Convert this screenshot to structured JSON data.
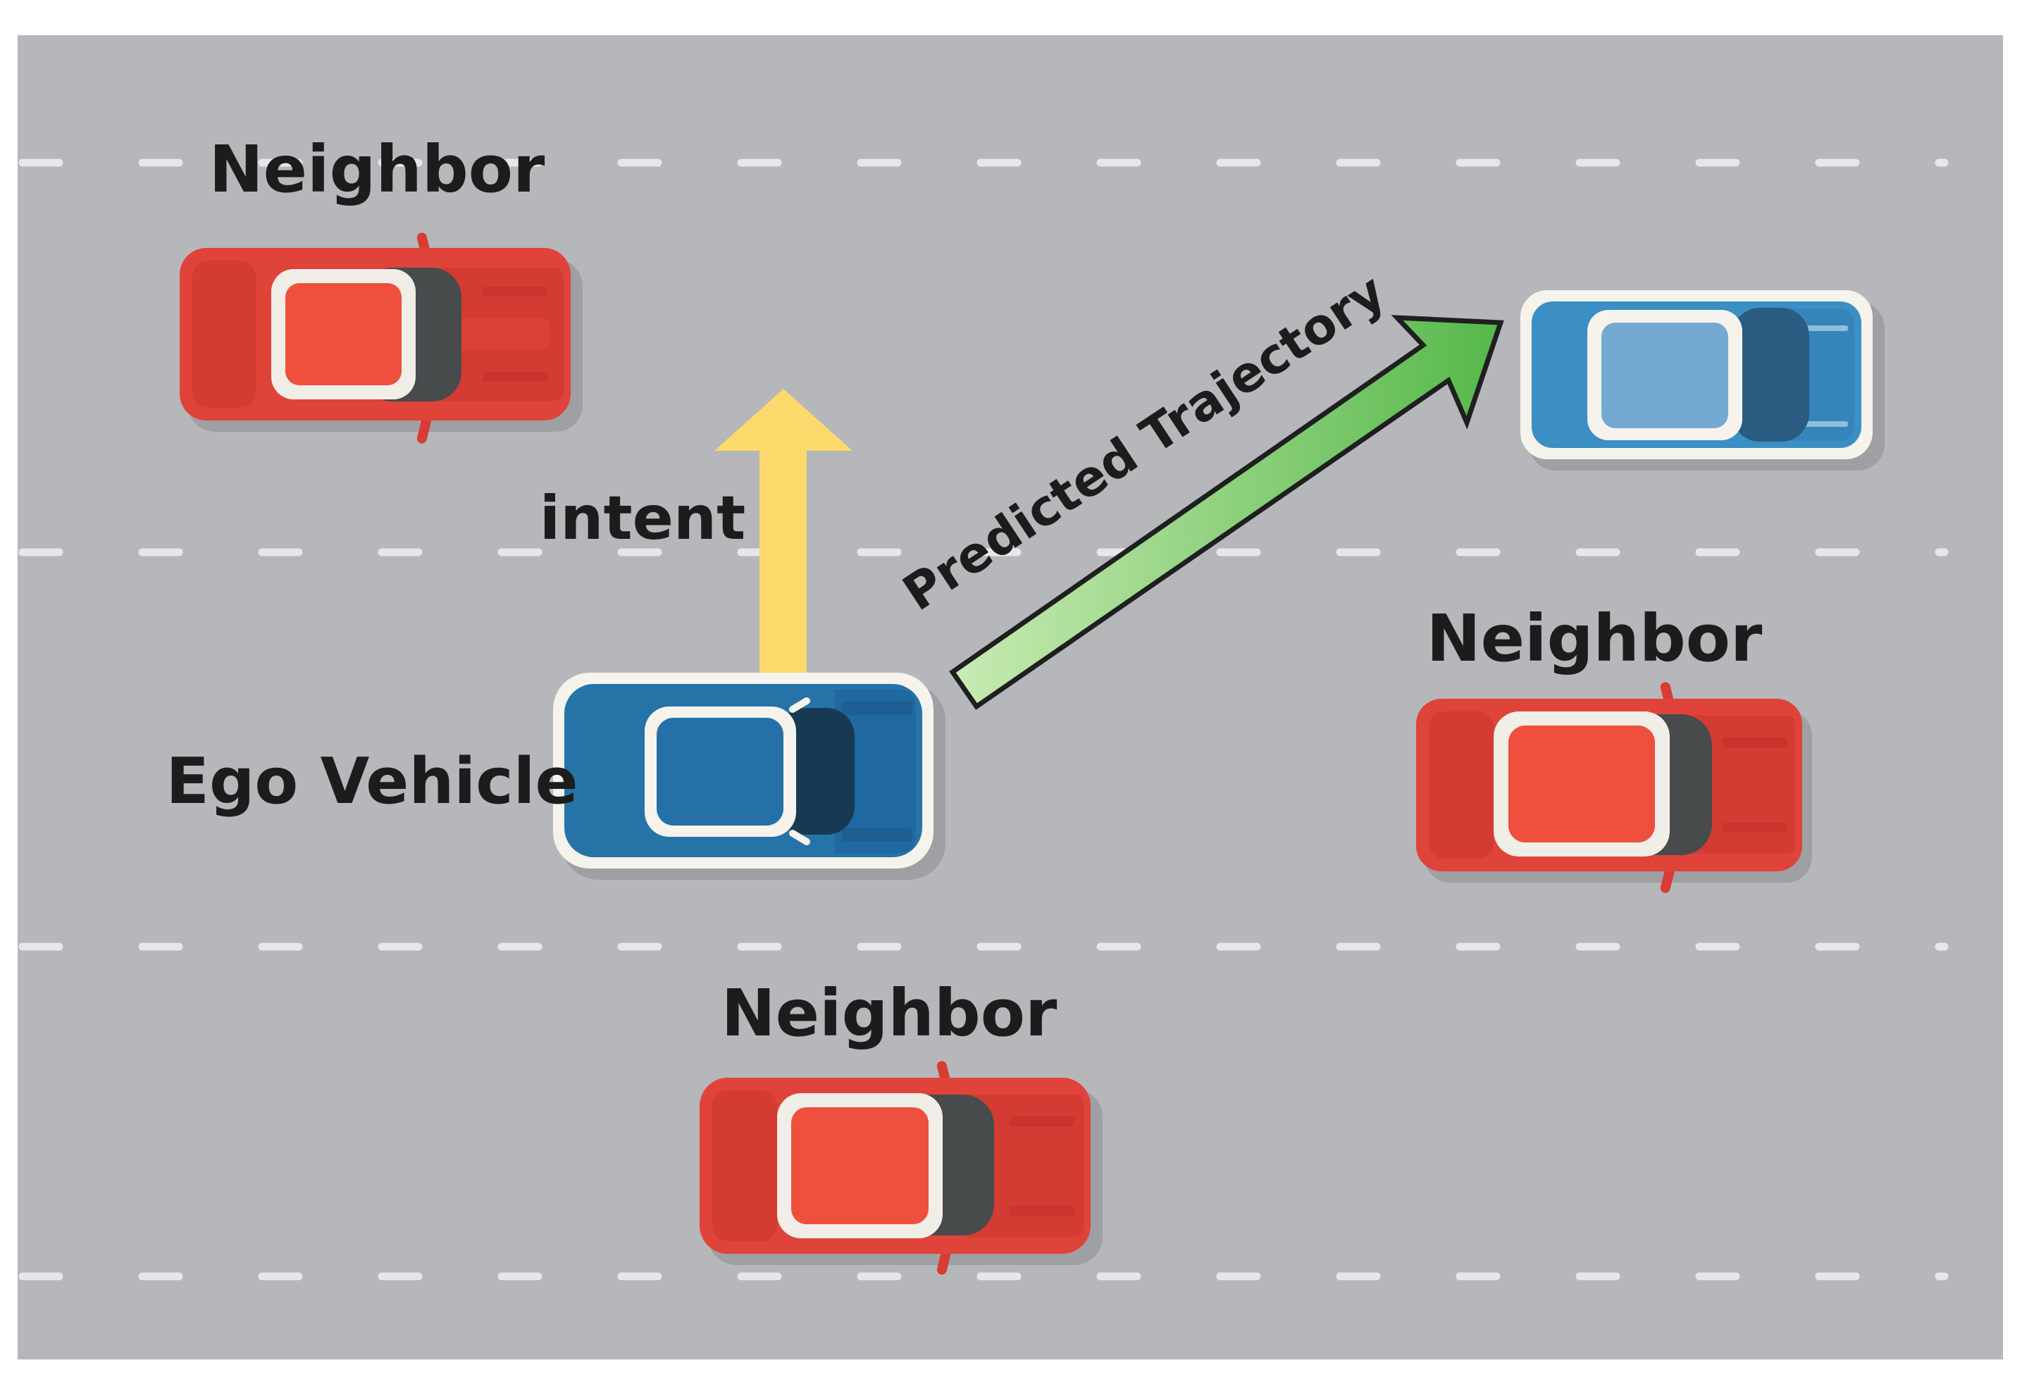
{
  "labels": {
    "neighbor_top_left": "Neighbor",
    "intent": "intent",
    "ego_vehicle": "Ego Vehicle",
    "predicted_trajectory": "Predicted Trajectory",
    "neighbor_right": "Neighbor",
    "neighbor_bottom": "Neighbor"
  },
  "colors": {
    "road": "#b5b7bb",
    "lane_marking": "#e6e7e9",
    "neighbor_car": "#e0433a",
    "ego_car": "#2673a8",
    "predicted_car": "#3b8fc4",
    "intent_arrow": "#fcd96b",
    "trajectory_arrow_start": "#c9ebb3",
    "trajectory_arrow_end": "#55b84a"
  },
  "vehicles": [
    {
      "role": "neighbor",
      "heading": "right"
    },
    {
      "role": "ego",
      "heading": "right"
    },
    {
      "role": "predicted-position",
      "heading": "right"
    },
    {
      "role": "neighbor",
      "heading": "right"
    },
    {
      "role": "neighbor",
      "heading": "right"
    }
  ]
}
